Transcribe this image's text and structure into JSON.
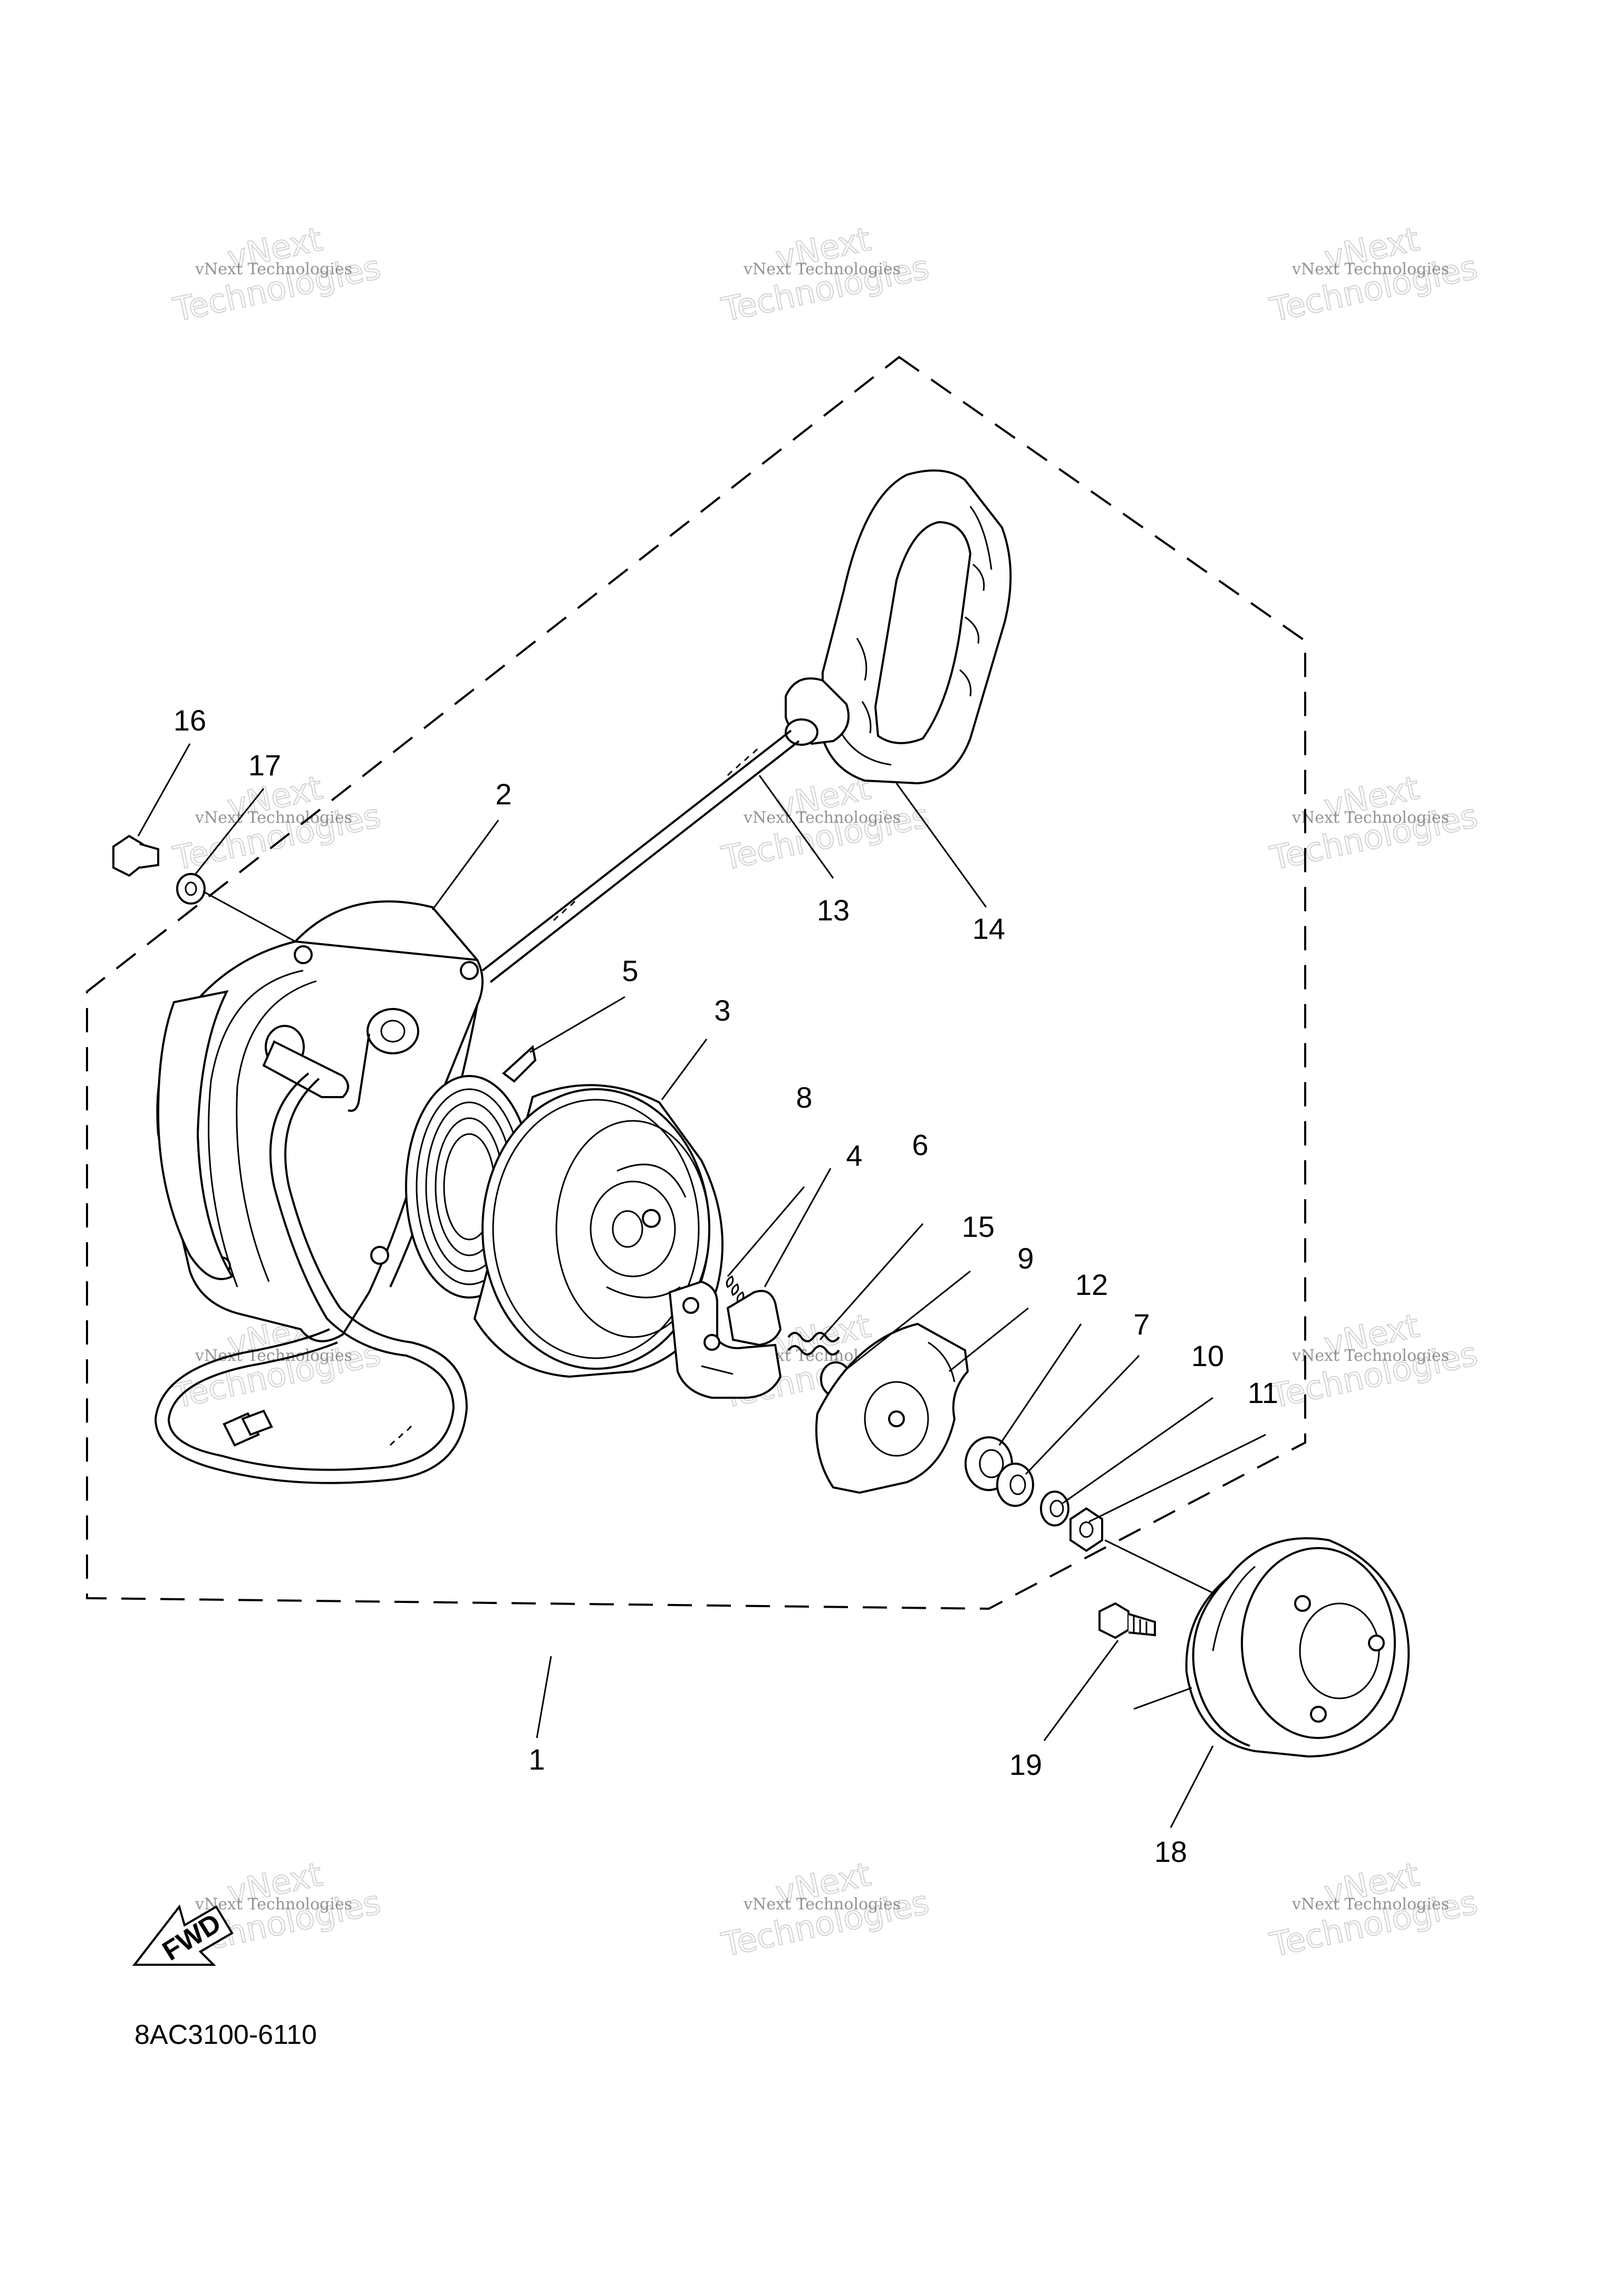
{
  "diagram": {
    "part_code": "8AC3100-6110",
    "fwd_label": "FWD",
    "callouts": [
      {
        "id": "1",
        "label": "1"
      },
      {
        "id": "2",
        "label": "2"
      },
      {
        "id": "3",
        "label": "3"
      },
      {
        "id": "4",
        "label": "4"
      },
      {
        "id": "5",
        "label": "5"
      },
      {
        "id": "6",
        "label": "6"
      },
      {
        "id": "7",
        "label": "7"
      },
      {
        "id": "8",
        "label": "8"
      },
      {
        "id": "9",
        "label": "9"
      },
      {
        "id": "10",
        "label": "10"
      },
      {
        "id": "11",
        "label": "11"
      },
      {
        "id": "12",
        "label": "12"
      },
      {
        "id": "13",
        "label": "13"
      },
      {
        "id": "14",
        "label": "14"
      },
      {
        "id": "15",
        "label": "15"
      },
      {
        "id": "16",
        "label": "16"
      },
      {
        "id": "17",
        "label": "17"
      },
      {
        "id": "18",
        "label": "18"
      },
      {
        "id": "19",
        "label": "19"
      }
    ],
    "watermark": {
      "line1": "vNext Technologies",
      "line2": "vNext",
      "line3": "Technologies"
    }
  }
}
